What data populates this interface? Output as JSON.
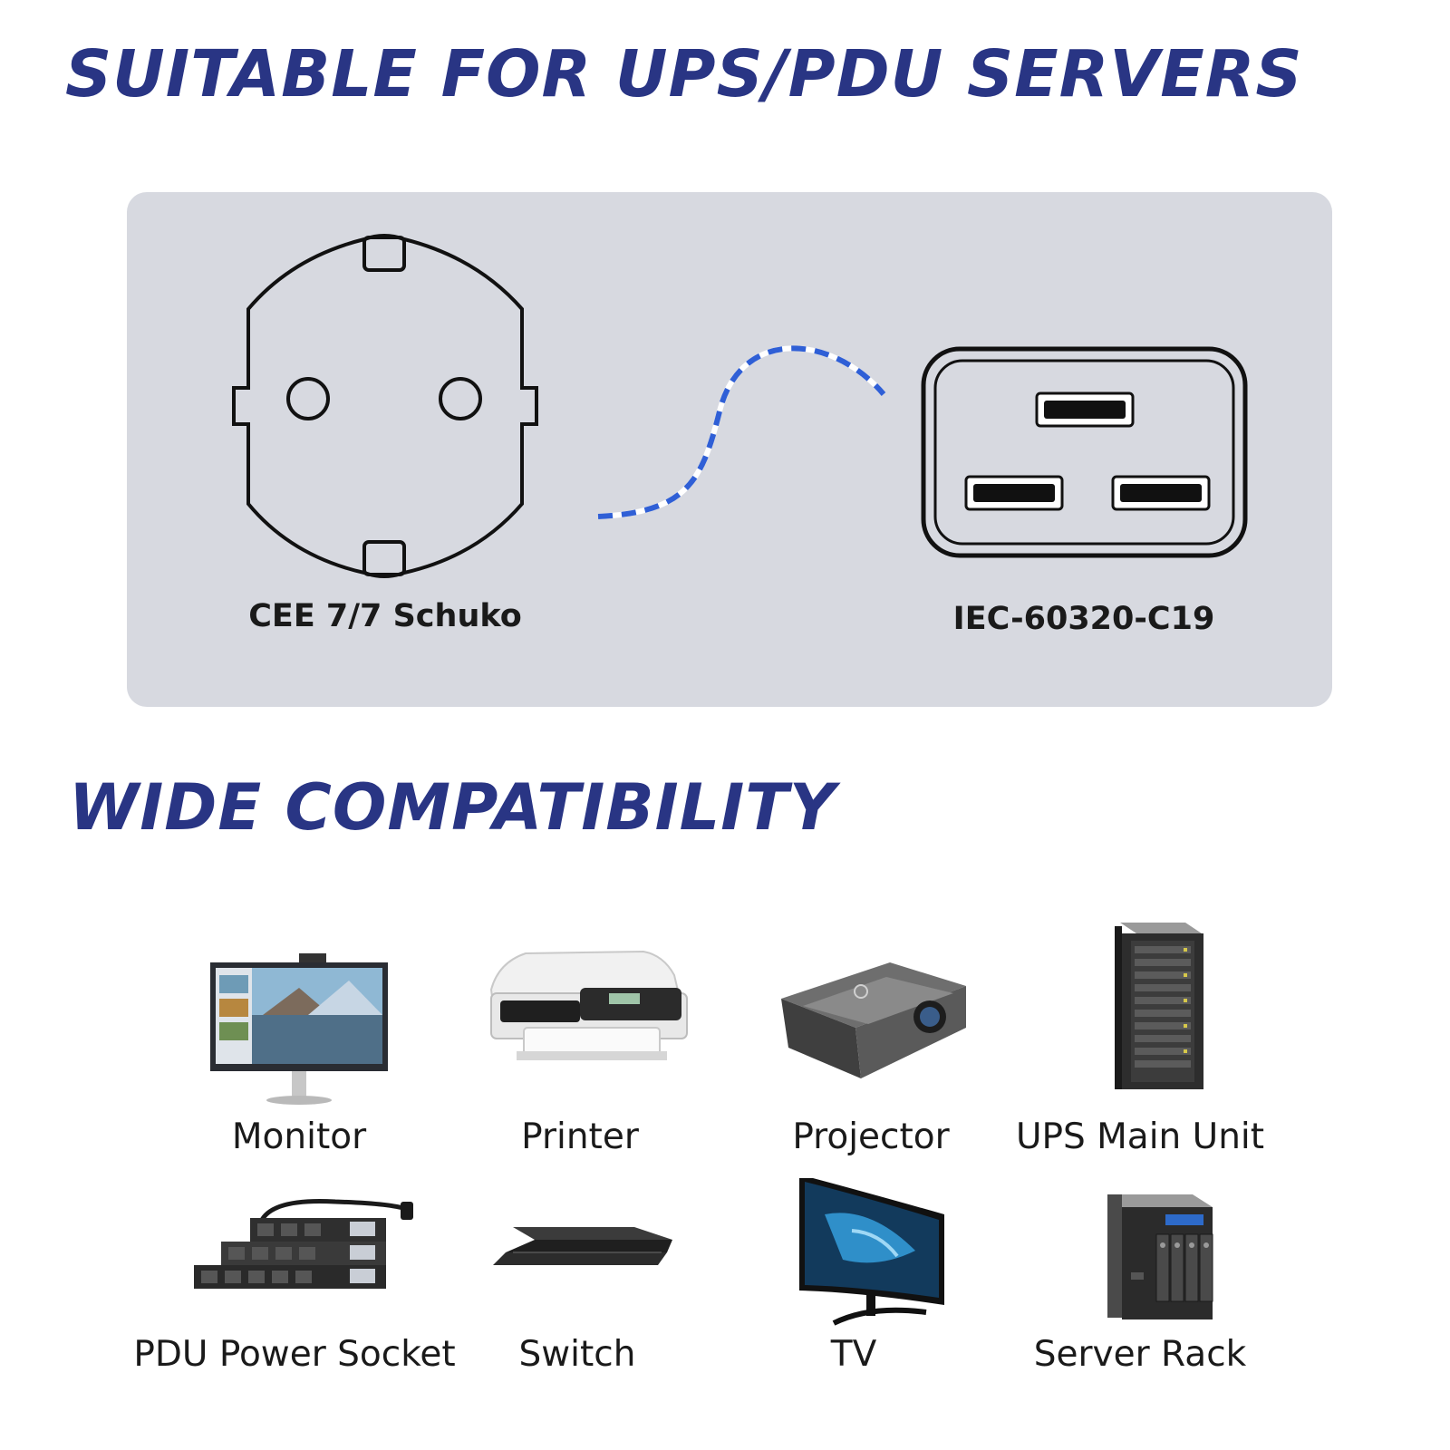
{
  "headings": {
    "top": "SUITABLE FOR UPS/PDU SERVERS",
    "bottom": "WIDE COMPATIBILITY"
  },
  "connectors": {
    "left": "CEE 7/7 Schuko",
    "right": "IEC-60320-C19"
  },
  "devices": [
    {
      "label": "Monitor",
      "icon": "monitor-icon"
    },
    {
      "label": "Printer",
      "icon": "printer-icon"
    },
    {
      "label": "Projector",
      "icon": "projector-icon"
    },
    {
      "label": "UPS Main Unit",
      "icon": "ups-main-unit-icon"
    },
    {
      "label": "PDU Power Socket",
      "icon": "pdu-power-socket-icon"
    },
    {
      "label": "Switch",
      "icon": "switch-icon"
    },
    {
      "label": "TV",
      "icon": "tv-icon"
    },
    {
      "label": "Server Rack",
      "icon": "server-rack-icon"
    }
  ],
  "colors": {
    "heading": "#293584",
    "panel": "#d7d9e0",
    "cable_dash": "#2f5fd6"
  }
}
